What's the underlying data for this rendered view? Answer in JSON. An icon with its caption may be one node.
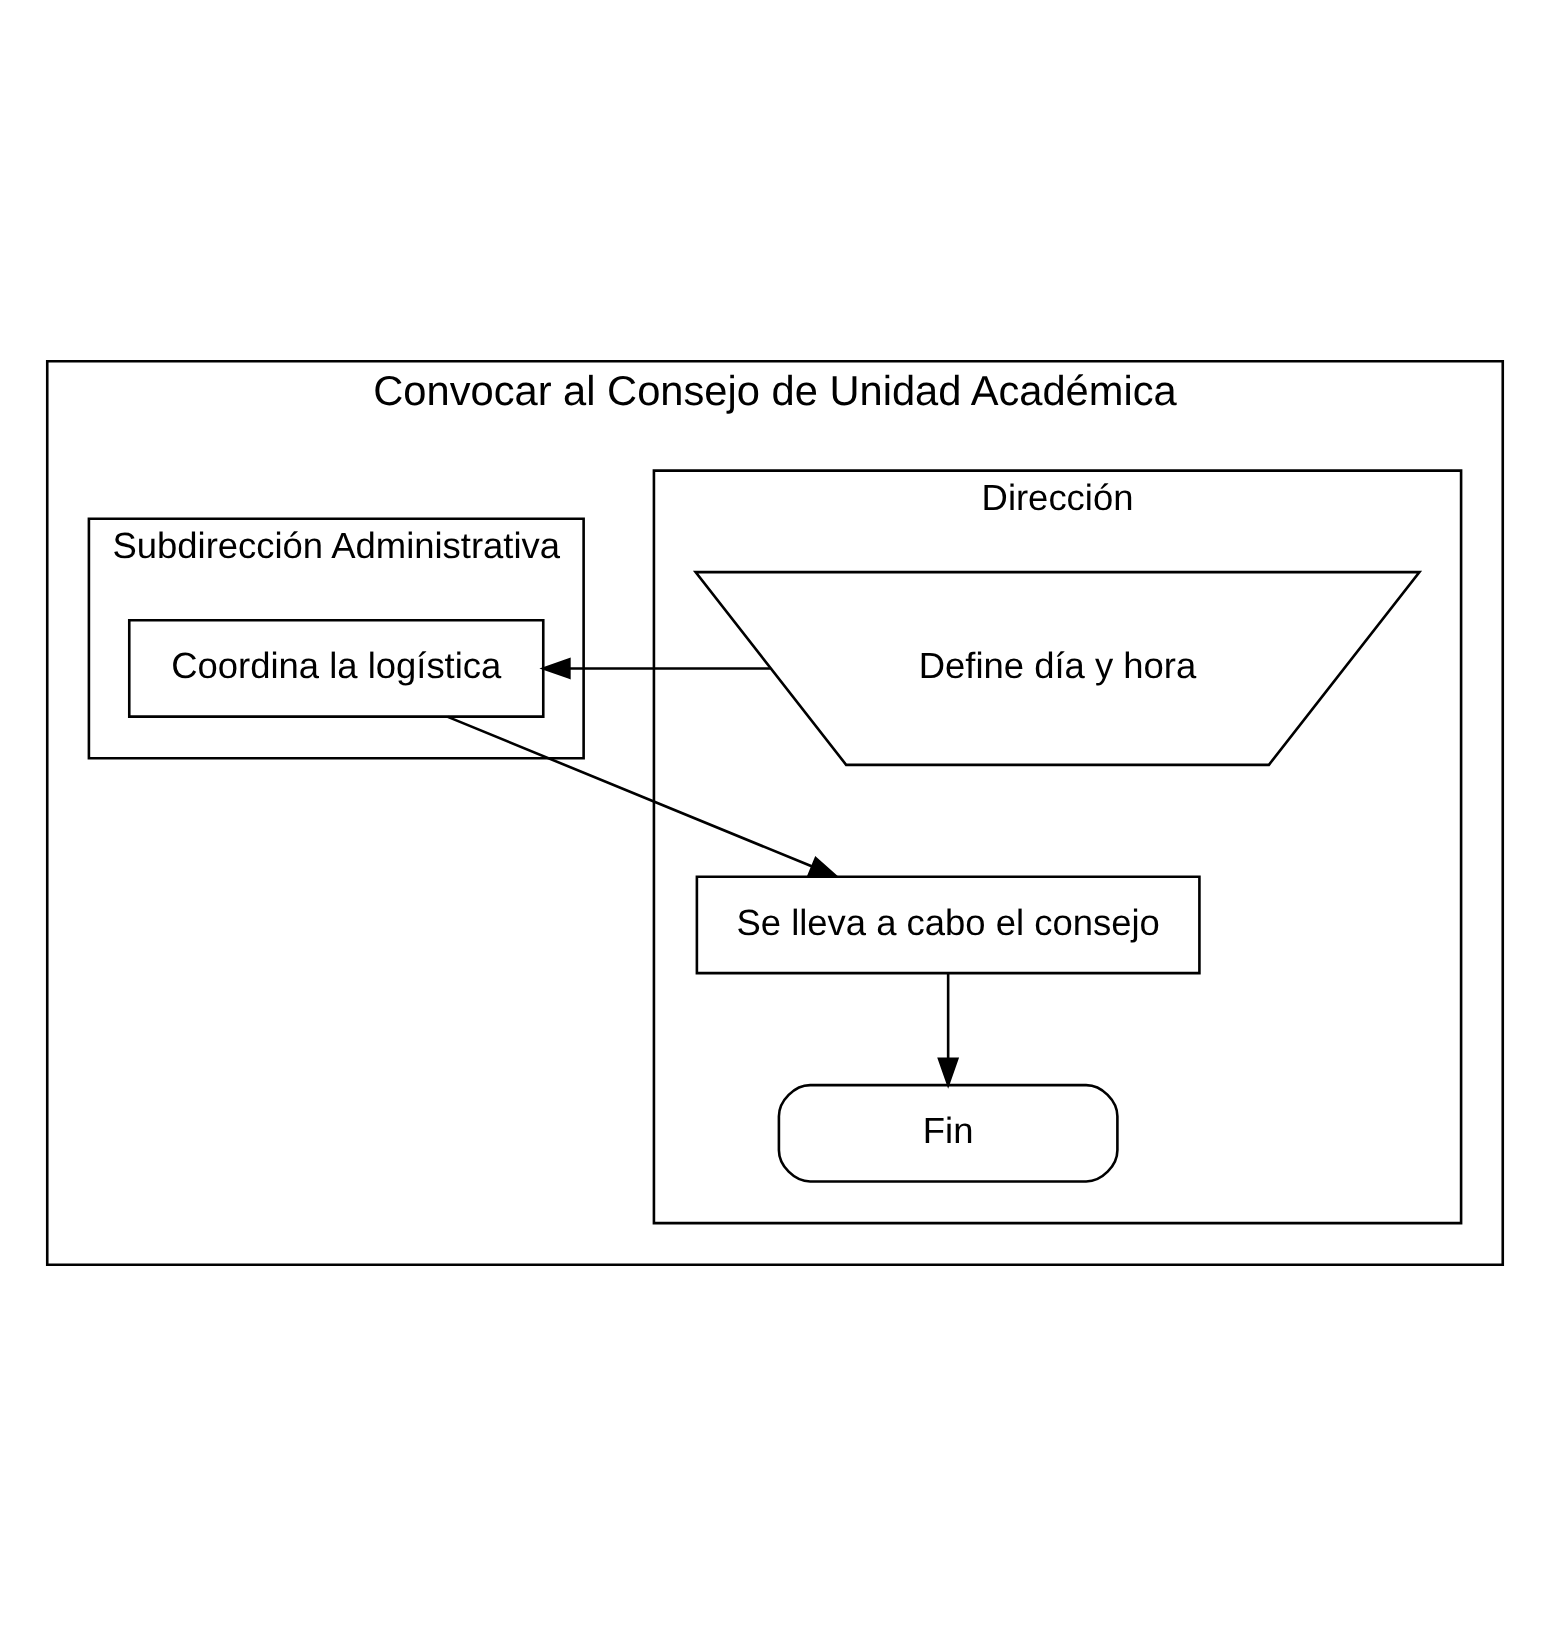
{
  "diagram": {
    "nodes": [
      {
        "text": [
          "Convocar al Consejo de Unidad Académica"
        ]
      },
      {
        "text": [
          "Dirección"
        ],
        "in": 0
      },
      {
        "text": [
          "Subdirección Administrativa"
        ],
        "in": 0
      },
      {
        "text": [
          "Define día y hora"
        ],
        "in": 1
      },
      {
        "text": [
          "Coordina la logística"
        ],
        "in": 2
      },
      {
        "text": [
          "Se lleva a cabo el consejo"
        ],
        "in": 1
      },
      {
        "text": [
          "Fin"
        ],
        "in": 1
      }
    ],
    "edges": [
      {
        "from": 3,
        "to": 4,
        "arrow": "to"
      },
      {
        "from": 4,
        "to": 5,
        "arrow": "to"
      },
      {
        "from": 5,
        "to": 6,
        "arrow": "to"
      }
    ]
  }
}
